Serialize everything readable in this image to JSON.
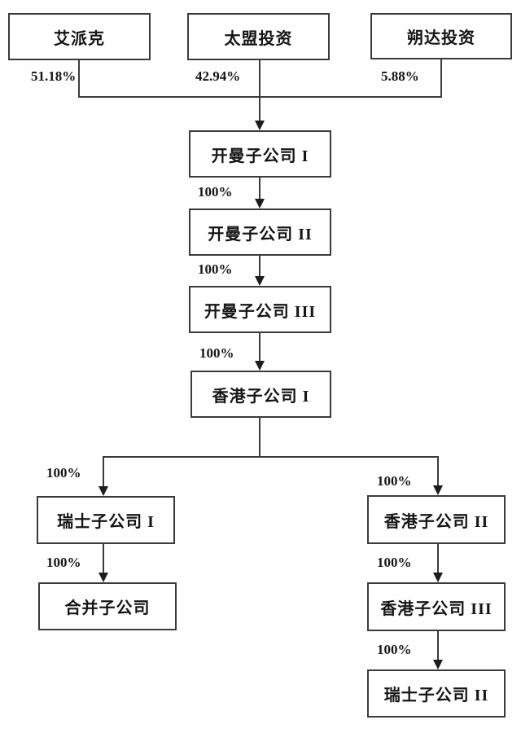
{
  "diagram": {
    "type": "ownership-structure-flowchart",
    "colors": {
      "line": "#3b3b3b",
      "text": "#151515",
      "background": "#fefefe"
    },
    "nodes": {
      "apex": "艾派克",
      "pag": "太盟投资",
      "shuoda": "朔达投资",
      "cayman1": "开曼子公司 I",
      "cayman2": "开曼子公司 II",
      "cayman3": "开曼子公司 III",
      "hk1": "香港子公司 I",
      "swiss1": "瑞士子公司 I",
      "merged": "合并子公司",
      "hk2": "香港子公司 II",
      "hk3": "香港子公司 III",
      "swiss2": "瑞士子公司 II"
    },
    "edges": [
      {
        "from": "艾派克",
        "to": "开曼子公司 I",
        "label": "51.18%"
      },
      {
        "from": "太盟投资",
        "to": "开曼子公司 I",
        "label": "42.94%"
      },
      {
        "from": "朔达投资",
        "to": "开曼子公司 I",
        "label": "5.88%"
      },
      {
        "from": "开曼子公司 I",
        "to": "开曼子公司 II",
        "label": "100%"
      },
      {
        "from": "开曼子公司 II",
        "to": "开曼子公司 III",
        "label": "100%"
      },
      {
        "from": "开曼子公司 III",
        "to": "香港子公司 I",
        "label": "100%"
      },
      {
        "from": "香港子公司 I",
        "to": "瑞士子公司 I",
        "label": "100%"
      },
      {
        "from": "香港子公司 I",
        "to": "香港子公司 II",
        "label": "100%"
      },
      {
        "from": "瑞士子公司 I",
        "to": "合并子公司",
        "label": "100%"
      },
      {
        "from": "香港子公司 II",
        "to": "香港子公司 III",
        "label": "100%"
      },
      {
        "from": "香港子公司 III",
        "to": "瑞士子公司 II",
        "label": "100%"
      }
    ]
  }
}
